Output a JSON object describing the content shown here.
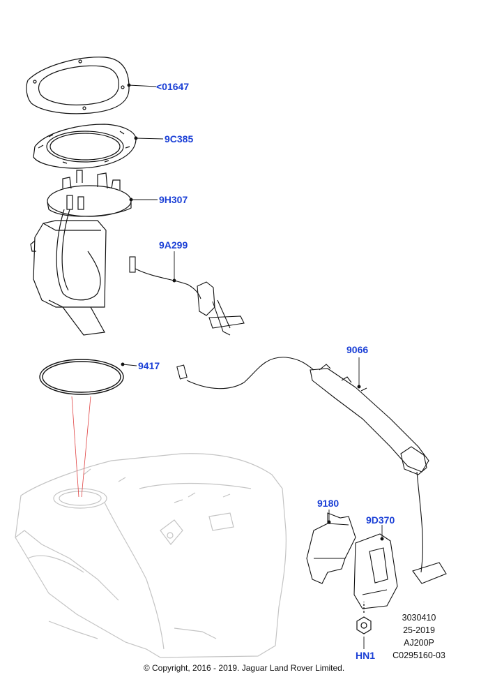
{
  "parts": [
    {
      "id": "p01647",
      "label": "<01647"
    },
    {
      "id": "p9c385",
      "label": "9C385"
    },
    {
      "id": "p9h307",
      "label": "9H307"
    },
    {
      "id": "p9a299",
      "label": "9A299"
    },
    {
      "id": "p9417",
      "label": "9417"
    },
    {
      "id": "p9066",
      "label": "9066"
    },
    {
      "id": "p9180",
      "label": "9180"
    },
    {
      "id": "p9d370",
      "label": "9D370"
    },
    {
      "id": "phn1",
      "label": "HN1"
    }
  ],
  "info": {
    "line1": "3030410",
    "line2": "25-2019",
    "line3": "AJ200P",
    "line4": "C0295160-03"
  },
  "copyright": "© Copyright, 2016 - 2019. Jaguar Land Rover Limited.",
  "colors": {
    "label": "#1a3fd6",
    "line": "#111111",
    "tank": "#c4c4c4",
    "guide": "#e04040"
  }
}
